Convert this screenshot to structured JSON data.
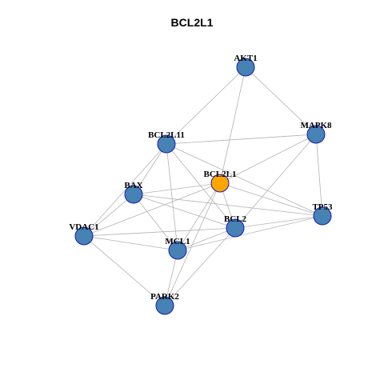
{
  "title": "BCL2L1",
  "colors": {
    "node_fill": "#4682b4",
    "center_fill": "#ffa500",
    "node_stroke": "#1a1ab3",
    "edge": "#b3b3b3"
  },
  "nodes": [
    {
      "id": "AKT1",
      "label": "AKT1",
      "center": false
    },
    {
      "id": "MAPK8",
      "label": "MAPK8",
      "center": false
    },
    {
      "id": "BCL2L11",
      "label": "BCL2L11",
      "center": false
    },
    {
      "id": "BCL2L1",
      "label": "BCL2L1",
      "center": true
    },
    {
      "id": "BAX",
      "label": "BAX",
      "center": false
    },
    {
      "id": "TP53",
      "label": "TP53",
      "center": false
    },
    {
      "id": "BCL2",
      "label": "BCL2",
      "center": false
    },
    {
      "id": "VDAC1",
      "label": "VDAC1",
      "center": false
    },
    {
      "id": "MCL1",
      "label": "MCL1",
      "center": false
    },
    {
      "id": "PARK2",
      "label": "PARK2",
      "center": false
    }
  ],
  "edges": [
    [
      "AKT1",
      "BCL2L11"
    ],
    [
      "AKT1",
      "BCL2L1"
    ],
    [
      "AKT1",
      "MAPK8"
    ],
    [
      "BCL2L11",
      "MAPK8"
    ],
    [
      "BCL2L11",
      "BAX"
    ],
    [
      "BCL2L11",
      "VDAC1"
    ],
    [
      "BCL2L11",
      "MCL1"
    ],
    [
      "BCL2L11",
      "BCL2"
    ],
    [
      "BCL2L11",
      "TP53"
    ],
    [
      "MAPK8",
      "BCL2L1"
    ],
    [
      "MAPK8",
      "BCL2"
    ],
    [
      "MAPK8",
      "TP53"
    ],
    [
      "BCL2L1",
      "BAX"
    ],
    [
      "BCL2L1",
      "VDAC1"
    ],
    [
      "BCL2L1",
      "MCL1"
    ],
    [
      "BCL2L1",
      "PARK2"
    ],
    [
      "BCL2L1",
      "TP53"
    ],
    [
      "BCL2L1",
      "BCL2"
    ],
    [
      "BAX",
      "VDAC1"
    ],
    [
      "BAX",
      "TP53"
    ],
    [
      "BAX",
      "BCL2"
    ],
    [
      "BAX",
      "MCL1"
    ],
    [
      "VDAC1",
      "BCL2"
    ],
    [
      "VDAC1",
      "MCL1"
    ],
    [
      "VDAC1",
      "PARK2"
    ],
    [
      "MCL1",
      "BCL2"
    ],
    [
      "MCL1",
      "TP53"
    ],
    [
      "MCL1",
      "PARK2"
    ],
    [
      "BCL2",
      "TP53"
    ],
    [
      "BCL2",
      "PARK2"
    ]
  ]
}
